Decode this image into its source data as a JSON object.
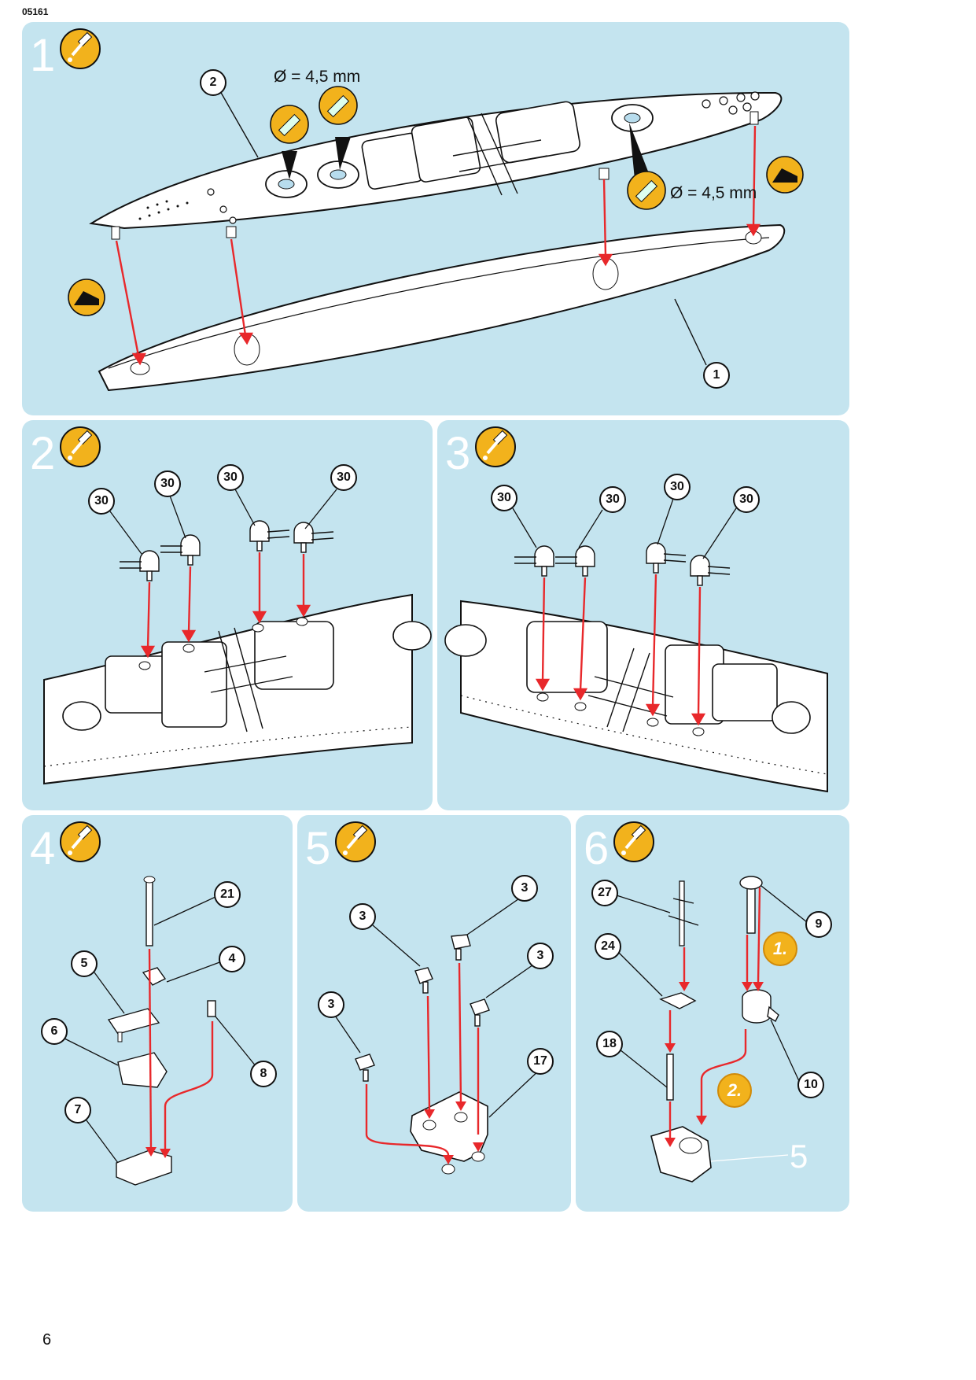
{
  "header": {
    "code": "05161"
  },
  "footer": {
    "page_number": "6"
  },
  "steps": [
    {
      "number": "1",
      "icon": "glue-icon",
      "dimension_labels": [
        "Ø = 4,5 mm",
        "Ø = 4,5 mm"
      ],
      "callouts": [
        "2",
        "1"
      ],
      "extra_icons": [
        "drill-icon",
        "drill-icon",
        "drill-icon",
        "tape-icon",
        "tape-icon"
      ]
    },
    {
      "number": "2",
      "icon": "glue-icon",
      "callouts": [
        "30",
        "30",
        "30",
        "30"
      ]
    },
    {
      "number": "3",
      "icon": "glue-icon",
      "callouts": [
        "30",
        "30",
        "30",
        "30"
      ]
    },
    {
      "number": "4",
      "icon": "glue-icon",
      "callouts": [
        "21",
        "5",
        "4",
        "6",
        "8",
        "7"
      ]
    },
    {
      "number": "5",
      "icon": "glue-icon",
      "callouts": [
        "3",
        "3",
        "3",
        "3",
        "17"
      ]
    },
    {
      "number": "6",
      "icon": "glue-icon",
      "callouts": [
        "27",
        "9",
        "24",
        "18",
        "10"
      ],
      "order_badges": [
        "1.",
        "2."
      ],
      "reference_label": "5"
    }
  ],
  "colors": {
    "panel": "#c4e4ef",
    "arrow": "#e8282b",
    "badge": "#f2b21c"
  }
}
